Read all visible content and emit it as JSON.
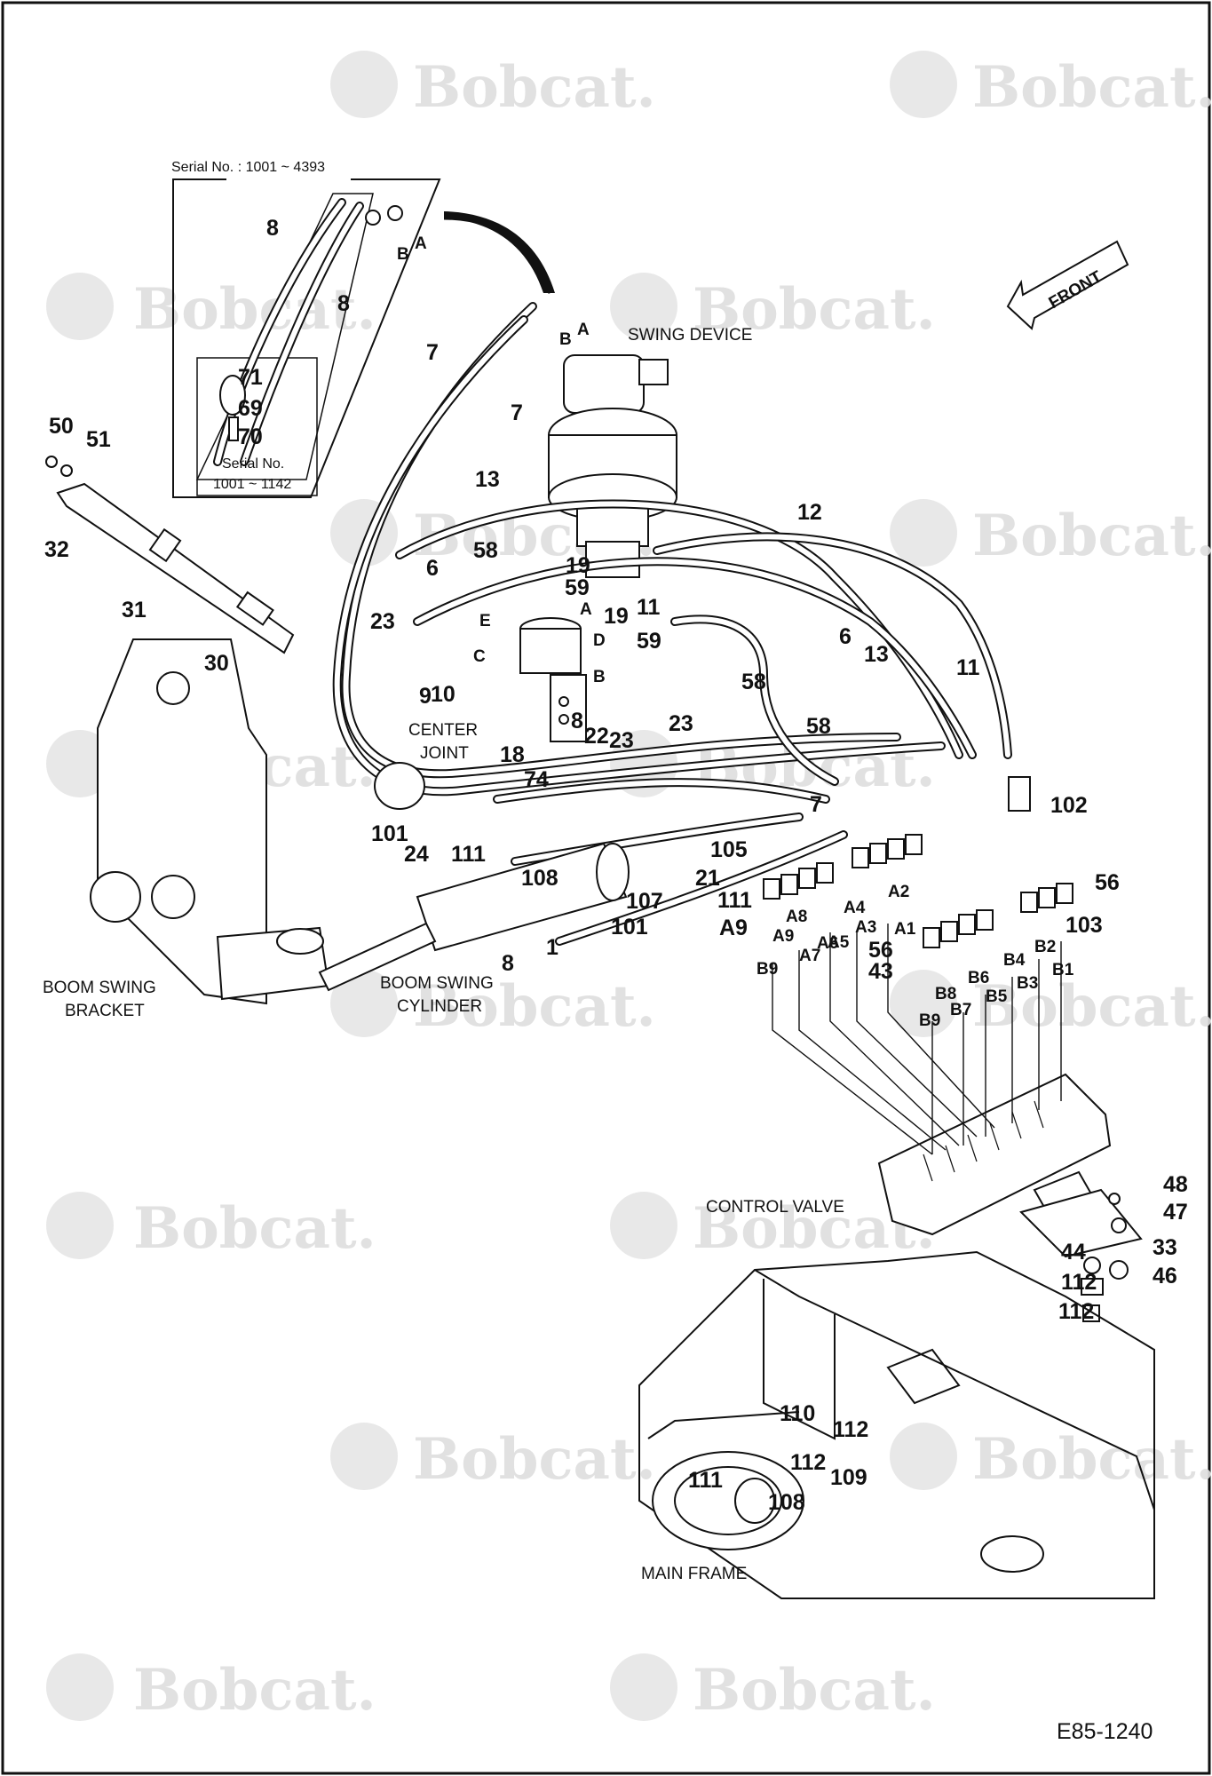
{
  "watermark": {
    "text": "Bobcat."
  },
  "captions": {
    "serial_top": "Serial No. : 1001 ~ 4393",
    "serial_inset_line1": "Serial No.",
    "serial_inset_line2": "1001 ~ 1142",
    "swing_device": "SWING DEVICE",
    "center_joint_1": "CENTER",
    "center_joint_2": "JOINT",
    "bracket_1": "BOOM SWING",
    "bracket_2": "BRACKET",
    "cylinder_1": "BOOM SWING",
    "cylinder_2": "CYLINDER",
    "control_valve": "CONTROL VALVE",
    "main_frame": "MAIN FRAME",
    "front": "FRONT",
    "drawing_code": "E85-1240"
  },
  "callouts": [
    "8",
    "8",
    "71",
    "69",
    "70",
    "7",
    "7",
    "50",
    "51",
    "32",
    "31",
    "30",
    "13",
    "12",
    "58",
    "6",
    "19",
    "59",
    "11",
    "23",
    "19",
    "59",
    "6",
    "13",
    "11",
    "9",
    "10",
    "58",
    "23",
    "8",
    "58",
    "22",
    "23",
    "18",
    "74",
    "7",
    "102",
    "101",
    "105",
    "24",
    "111",
    "108",
    "21",
    "56",
    "107",
    "111",
    "101",
    "103",
    "A9",
    "56",
    "8",
    "1",
    "43",
    "48",
    "47",
    "33",
    "44",
    "46",
    "112",
    "112",
    "110",
    "112",
    "112",
    "109",
    "111",
    "108"
  ],
  "ports": [
    "A",
    "B",
    "A",
    "B",
    "E",
    "C",
    "A",
    "D",
    "B",
    "A2",
    "A1",
    "A4",
    "A3",
    "A8",
    "A6",
    "A5",
    "A9",
    "A7",
    "B9",
    "B2",
    "B4",
    "B1",
    "B6",
    "B3",
    "B8",
    "B5",
    "B7",
    "B9",
    "B9"
  ]
}
